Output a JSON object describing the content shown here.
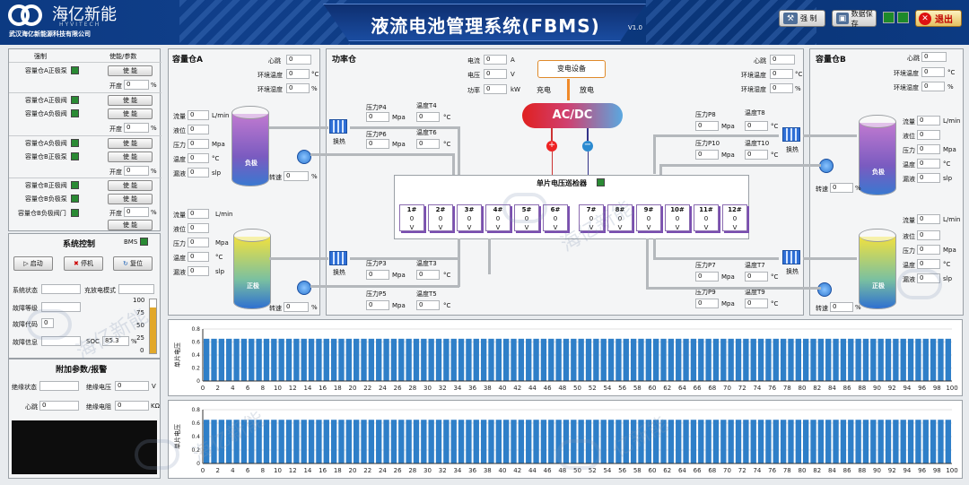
{
  "header": {
    "brand_cn": "海亿新能",
    "brand_en": "HYVITECH",
    "company": "武汉海亿新能源科技有限公司",
    "title": "液流电池管理系统(FBMS)",
    "version": "V1.0",
    "btn_force": "强 制",
    "btn_save": "数据保存",
    "btn_exit": "退出"
  },
  "left": {
    "col1": "强制",
    "col2": "使能/参数",
    "rows": [
      {
        "label": "容量仓A正极泵",
        "btn": "使 能",
        "param": "开度",
        "val": "0",
        "unit": "%"
      },
      {
        "label": "容量仓A正极阀",
        "btn": "使 能"
      },
      {
        "label": "容量仓A负极阀",
        "btn": "使 能"
      },
      {
        "label": "容量仓A负极阀",
        "btn": "使 能",
        "param": "开度",
        "val": "0",
        "unit": "%"
      },
      {
        "label": "容量仓B正极泵",
        "btn": "使 能",
        "param": "开度",
        "val": "0",
        "unit": "%"
      },
      {
        "label": "容量仓B正极阀",
        "btn": "使 能"
      },
      {
        "label": "容量仓B负极泵",
        "btn": "使 能"
      },
      {
        "label": "容量仓B负极阀门",
        "btn": "使 能",
        "param": "开度",
        "val": "0",
        "unit": "%"
      }
    ],
    "last_btn": "使 能",
    "sys_title": "系统控制",
    "bms": "BMS",
    "start": "启动",
    "stop": "停机",
    "reset": "复位",
    "sys_state": "系统状态",
    "charge_mode": "充放电模式",
    "fault_level": "故障等级",
    "fault_code": "故障代码",
    "fault_code_val": "0",
    "fault_info": "故障信息",
    "soc": "SOC",
    "soc_val": "85.3",
    "soc_unit": "%",
    "gauge_ticks": [
      "100",
      "75",
      "50",
      "25",
      "0"
    ],
    "soc_level": 85.3,
    "extra_title": "附加参数/报警",
    "insul_state": "绝缘状态",
    "insul_volt": "绝缘电压",
    "insul_volt_val": "0",
    "insul_volt_unit": "V",
    "heartbeat": "心跳",
    "heartbeat_val": "0",
    "insul_res": "绝缘电阻",
    "insul_res_val": "0",
    "insul_res_unit": "KΩ"
  },
  "capA": {
    "title": "容量仓A",
    "hb": "心跳",
    "hb_val": "0",
    "env_t": "环境温度",
    "env_t_val": "0",
    "env_t_unit": "°C",
    "env_h": "环境湿度",
    "env_h_val": "0",
    "env_h_unit": "%",
    "neg": {
      "flow": "流量",
      "flow_val": "0",
      "flow_unit": "L/min",
      "level": "液位",
      "level_val": "0",
      "press": "压力",
      "press_val": "0",
      "press_unit": "Mpa",
      "temp": "温度",
      "temp_val": "0",
      "temp_unit": "°C",
      "leak": "漏液",
      "leak_val": "0",
      "leak_unit": "slp",
      "tank": "负极",
      "speed": "转速",
      "speed_val": "0",
      "speed_unit": "%"
    },
    "pos": {
      "flow": "流量",
      "flow_val": "0",
      "flow_unit": "L/min",
      "level": "液位",
      "level_val": "0",
      "press": "压力",
      "press_val": "0",
      "press_unit": "Mpa",
      "temp": "温度",
      "temp_val": "0",
      "temp_unit": "°C",
      "leak": "漏液",
      "leak_val": "0",
      "leak_unit": "slp",
      "tank": "正极",
      "speed": "转速",
      "speed_val": "0",
      "speed_unit": "%"
    },
    "hx": "换热"
  },
  "power": {
    "title": "功率仓",
    "cur": "电流",
    "cur_val": "0",
    "cur_unit": "A",
    "volt": "电压",
    "volt_val": "0",
    "volt_unit": "V",
    "pw": "功率",
    "pw_val": "0",
    "pw_unit": "kW",
    "hb": "心跳",
    "hb_val": "0",
    "env_t": "环境温度",
    "env_t_val": "0",
    "env_t_unit": "°C",
    "env_h": "环境湿度",
    "env_h_val": "0",
    "env_h_unit": "%",
    "converter": "变电设备",
    "charge": "充电",
    "discharge": "放电",
    "acdc": "AC/DC",
    "monitor": "单片电压巡检器",
    "P4": "压力P4",
    "T4": "温度T4",
    "P6": "压力P6",
    "T6": "温度T6",
    "P3": "压力P3",
    "T3": "温度T3",
    "P5": "压力P5",
    "T5": "温度T5",
    "P8": "压力P8",
    "T8": "温度T8",
    "P10": "压力P10",
    "T10": "温度T10",
    "P7": "压力P7",
    "T7": "温度T7",
    "P9": "压力P9",
    "T9": "温度T9",
    "pval": "0",
    "punit": "Mpa",
    "tval": "0",
    "tunit": "°C",
    "cells": [
      {
        "n": "1#",
        "v": "0",
        "u": "V"
      },
      {
        "n": "2#",
        "v": "0",
        "u": "V"
      },
      {
        "n": "3#",
        "v": "0",
        "u": "V"
      },
      {
        "n": "4#",
        "v": "0",
        "u": "V"
      },
      {
        "n": "5#",
        "v": "0",
        "u": "V"
      },
      {
        "n": "6#",
        "v": "0",
        "u": "V"
      },
      {
        "n": "7#",
        "v": "0",
        "u": "V"
      },
      {
        "n": "8#",
        "v": "0",
        "u": "V"
      },
      {
        "n": "9#",
        "v": "0",
        "u": "V"
      },
      {
        "n": "10#",
        "v": "0",
        "u": "V"
      },
      {
        "n": "11#",
        "v": "0",
        "u": "V"
      },
      {
        "n": "12#",
        "v": "0",
        "u": "V"
      }
    ]
  },
  "capB": {
    "title": "容量仓B",
    "hb": "心跳",
    "hb_val": "0",
    "env_t": "环境温度",
    "env_t_val": "0",
    "env_t_unit": "°C",
    "env_h": "环境湿度",
    "env_h_val": "0",
    "env_h_unit": "%",
    "neg": {
      "flow": "流量",
      "flow_val": "0",
      "flow_unit": "L/min",
      "level": "液位",
      "level_val": "0",
      "press": "压力",
      "press_val": "0",
      "press_unit": "Mpa",
      "temp": "温度",
      "temp_val": "0",
      "temp_unit": "°C",
      "leak": "漏液",
      "leak_val": "0",
      "leak_unit": "slp",
      "tank": "负极",
      "speed": "转速",
      "speed_val": "0",
      "speed_unit": "%"
    },
    "pos": {
      "flow": "流量",
      "flow_val": "0",
      "flow_unit": "L/min",
      "level": "液位",
      "level_val": "0",
      "press": "压力",
      "press_val": "0",
      "press_unit": "Mpa",
      "temp": "温度",
      "temp_val": "0",
      "temp_unit": "°C",
      "leak": "漏液",
      "leak_val": "0",
      "leak_unit": "slp",
      "tank": "正极",
      "speed": "转速",
      "speed_val": "0",
      "speed_unit": "%"
    },
    "hx": "换热"
  },
  "colors": {
    "header": "#0c3a82",
    "bar": "#2f7fc8",
    "led": "#2a8a34"
  },
  "chart_data": [
    {
      "type": "bar",
      "ylabel": "单片电压",
      "xlim": [
        0,
        100
      ],
      "ylim": [
        0,
        0.8
      ],
      "yticks": [
        "0.8",
        "0.6",
        "0.4",
        "0.2",
        "0"
      ],
      "xticks": [
        "0",
        "2",
        "4",
        "6",
        "8",
        "10",
        "12",
        "14",
        "16",
        "18",
        "20",
        "22",
        "24",
        "26",
        "28",
        "30",
        "32",
        "34",
        "36",
        "38",
        "40",
        "42",
        "44",
        "46",
        "48",
        "50",
        "52",
        "54",
        "56",
        "58",
        "60",
        "62",
        "64",
        "66",
        "68",
        "70",
        "72",
        "74",
        "76",
        "78",
        "80",
        "82",
        "84",
        "86",
        "88",
        "90",
        "92",
        "94",
        "96",
        "98",
        "100"
      ],
      "n_bars": 100,
      "bar_value": 0.65
    },
    {
      "type": "bar",
      "ylabel": "单片电压",
      "xlim": [
        0,
        100
      ],
      "ylim": [
        0,
        0.8
      ],
      "yticks": [
        "0.8",
        "0.6",
        "0.4",
        "0.2",
        "0"
      ],
      "xticks": [
        "0",
        "2",
        "4",
        "6",
        "8",
        "10",
        "12",
        "14",
        "16",
        "18",
        "20",
        "22",
        "24",
        "26",
        "28",
        "30",
        "32",
        "34",
        "36",
        "38",
        "40",
        "42",
        "44",
        "46",
        "48",
        "50",
        "52",
        "54",
        "56",
        "58",
        "60",
        "62",
        "64",
        "66",
        "68",
        "70",
        "72",
        "74",
        "76",
        "78",
        "80",
        "82",
        "84",
        "86",
        "88",
        "90",
        "92",
        "94",
        "96",
        "98",
        "100"
      ],
      "n_bars": 100,
      "bar_value": 0.65
    }
  ]
}
